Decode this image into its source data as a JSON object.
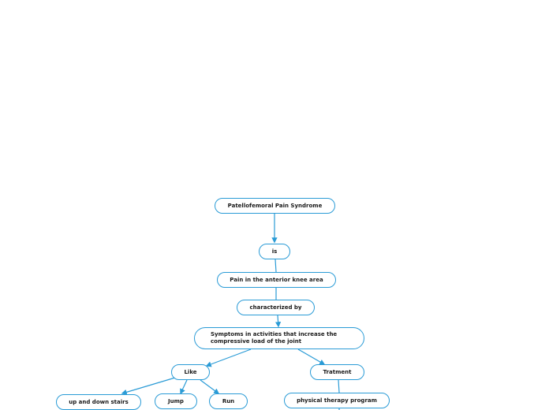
{
  "diagram": {
    "line_color": "#2a9bd6",
    "nodes": {
      "root": "Patellofemoral Pain Syndrome",
      "is": "is",
      "pain": "Pain in the anterior knee area",
      "characterized": "characterized by",
      "symptoms": "Symptoms in activities that increase the compressive load of the joint",
      "like": "Like",
      "treatment": "Tratment",
      "stairs": "up and down stairs",
      "jump": "Jump",
      "run": "Run",
      "physical": "physical therapy program"
    }
  }
}
